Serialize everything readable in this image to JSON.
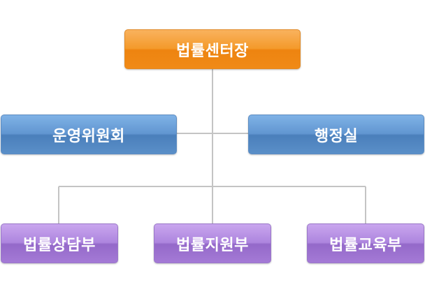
{
  "org_chart": {
    "root": {
      "label": "법률센터장",
      "color": "#f39424"
    },
    "side_units": [
      {
        "label": "운영위원회",
        "color": "#5b90cb"
      },
      {
        "label": "행정실",
        "color": "#5b90cb"
      }
    ],
    "departments": [
      {
        "label": "법률상담부",
        "color": "#a47ad6"
      },
      {
        "label": "법률지원부",
        "color": "#a47ad6"
      },
      {
        "label": "법률교육부",
        "color": "#a47ad6"
      }
    ],
    "connector_color": "#c4c4c4"
  }
}
